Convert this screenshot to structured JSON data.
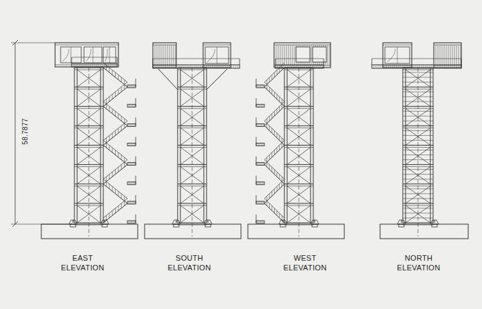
{
  "diagram": {
    "labels": [
      "58.7877",
      "EAST ELEVATION",
      "SOUTH ELEVATION",
      "WEST ELEVATION",
      "NORTH ELEVATION"
    ]
  }
}
